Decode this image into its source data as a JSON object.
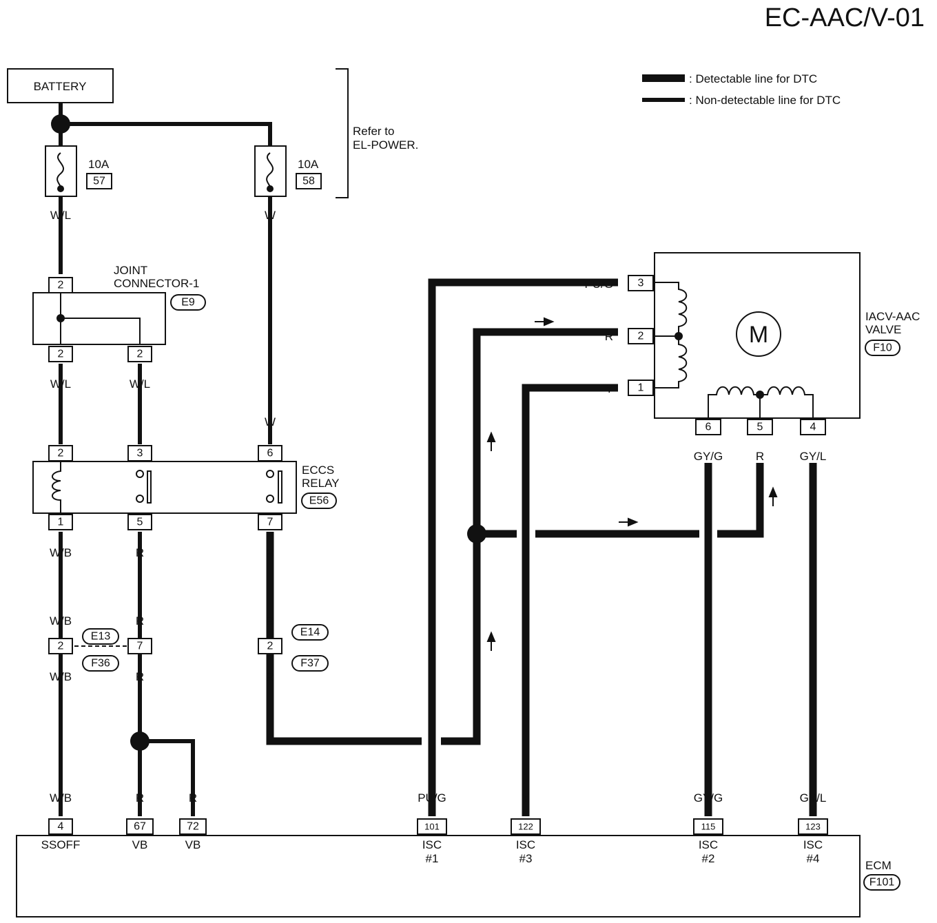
{
  "page_code": "EC-AAC/V-01",
  "legend": {
    "detectable": ": Detectable line for DTC",
    "non_detectable": ": Non-detectable line for DTC"
  },
  "refer_note": [
    "Refer to",
    "EL-POWER."
  ],
  "battery": "BATTERY",
  "fuses": [
    {
      "rating": "10A",
      "number": "57"
    },
    {
      "rating": "10A",
      "number": "58"
    }
  ],
  "joint_connector": {
    "name": [
      "JOINT",
      "CONNECTOR-1"
    ],
    "connector_id": "E9"
  },
  "eccs_relay": {
    "name": [
      "ECCS",
      "RELAY"
    ],
    "connector_id": "E56"
  },
  "iacv": {
    "name": [
      "IACV-AAC",
      "VALVE"
    ],
    "connector_id": "F10",
    "motor_symbol": "M"
  },
  "ecm": {
    "name": "ECM",
    "connector_id": "F101"
  },
  "harness_connectors": [
    "E13",
    "F36",
    "E14",
    "F37"
  ],
  "pins": {
    "jc_top": "2",
    "jc_bot_left": "2",
    "jc_bot_right": "2",
    "relay_top": [
      "2",
      "3",
      "6"
    ],
    "relay_bottom": [
      "1",
      "5",
      "7"
    ],
    "harness": [
      "2",
      "7",
      "2"
    ],
    "iacv_left": [
      "3",
      "2",
      "1"
    ],
    "iacv_bottom": [
      "6",
      "5",
      "4"
    ],
    "ecm": [
      "4",
      "67",
      "72",
      "101",
      "122",
      "115",
      "123"
    ]
  },
  "wire_colors": {
    "wl": "W/L",
    "w": "W",
    "wb": "W/B",
    "r": "R",
    "pug": "PU/G",
    "y": "Y",
    "gyg": "GY/G",
    "gyl": "GY/L"
  },
  "ecm_terminals": [
    {
      "name": "SSOFF",
      "sub": ""
    },
    {
      "name": "VB",
      "sub": ""
    },
    {
      "name": "VB",
      "sub": ""
    },
    {
      "name": "ISC",
      "sub": "#1"
    },
    {
      "name": "ISC",
      "sub": "#3"
    },
    {
      "name": "ISC",
      "sub": "#2"
    },
    {
      "name": "ISC",
      "sub": "#4"
    }
  ]
}
